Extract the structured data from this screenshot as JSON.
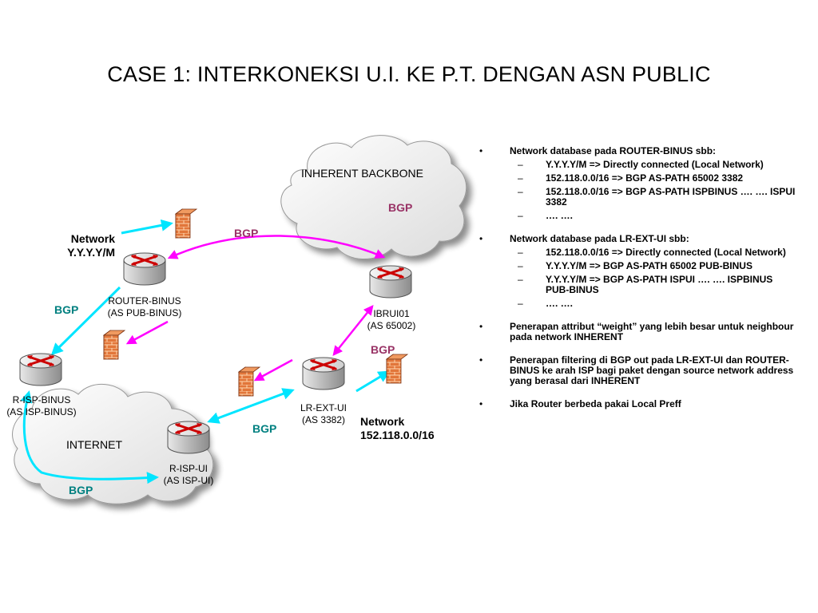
{
  "title": "CASE 1: INTERKONEKSI U.I. KE P.T. DENGAN ASN PUBLIC",
  "clouds": {
    "backbone": "INHERENT BACKBONE",
    "internet": "INTERNET"
  },
  "routers": {
    "router_binus": {
      "name": "ROUTER-BINUS",
      "as": "(AS PUB-BINUS)"
    },
    "ibrui01": {
      "name": "IBRUI01",
      "as": "(AS 65002)"
    },
    "r_isp_binus": {
      "name": "R-ISP-BINUS",
      "as": "(AS ISP-BINUS)"
    },
    "lr_ext_ui": {
      "name": "LR-EXT-UI",
      "as": "(AS 3382)"
    },
    "r_isp_ui": {
      "name": "R-ISP-UI",
      "as": "(AS ISP-UI)"
    }
  },
  "networks": {
    "binus": {
      "line1": "Network",
      "line2": "Y.Y.Y.Y/M"
    },
    "ui": {
      "line1": "Network",
      "line2": "152.118.0.0/16"
    }
  },
  "bgp_label": "BGP",
  "colors": {
    "teal": "#008080",
    "purple": "#993366",
    "cyan": "#00e5ff",
    "magenta": "#ff00ff"
  },
  "icons": {
    "router": "router-icon",
    "firewall": "firewall-icon"
  },
  "notes": [
    {
      "text": "Network database pada ROUTER-BINUS sbb:",
      "subs": [
        "Y.Y.Y.Y/M => Directly connected (Local Network)",
        "152.118.0.0/16 => BGP AS-PATH 65002 3382",
        "152.118.0.0/16 => BGP AS-PATH ISPBINUS …. …. ISPUI 3382",
        "…. …."
      ]
    },
    {
      "text": "Network database pada LR-EXT-UI sbb:",
      "subs": [
        "152.118.0.0/16 => Directly connected (Local Network)",
        "Y.Y.Y.Y/M => BGP AS-PATH 65002 PUB-BINUS",
        "Y.Y.Y.Y/M => BGP AS-PATH ISPUI …. …. ISPBINUS PUB-BINUS",
        "…. …."
      ]
    },
    {
      "text": "Penerapan attribut “weight” yang lebih besar untuk neighbour pada network INHERENT",
      "subs": []
    },
    {
      "text": "Penerapan filtering di BGP out pada LR-EXT-UI dan ROUTER-BINUS ke arah ISP bagi paket dengan source network address yang berasal dari INHERENT",
      "subs": []
    },
    {
      "text": "Jika Router berbeda pakai Local Preff",
      "subs": []
    }
  ]
}
